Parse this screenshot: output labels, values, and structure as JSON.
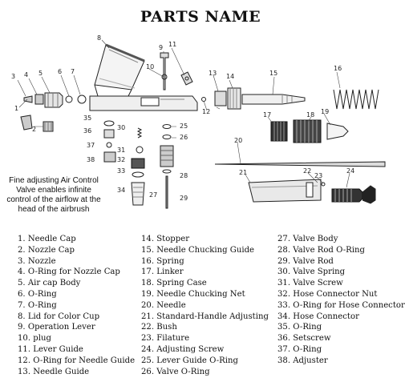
{
  "title": "PARTS NAME",
  "note": "Fine adjusting Air Control Valve enables infinite control of the airflow at the head of the airbrush",
  "callouts": [
    "1",
    "2",
    "3",
    "4",
    "5",
    "6",
    "7",
    "8",
    "9",
    "10",
    "11",
    "12",
    "13",
    "14",
    "15",
    "16",
    "17",
    "18",
    "19",
    "20",
    "21",
    "22",
    "23",
    "24",
    "25",
    "26",
    "27",
    "28",
    "29",
    "30",
    "31",
    "32",
    "33",
    "34",
    "35",
    "36",
    "37",
    "38"
  ],
  "parts": {
    "col1": [
      "1. Needle Cap",
      "2. Nozzle Cap",
      "3. Nozzle",
      "4. O-Ring for Nozzle Cap",
      "5. Air cap Body",
      "6. O-Ring",
      "7. O-Ring",
      "8. Lid for Color Cup",
      "9. Operation Lever",
      "10. plug",
      "11. Lever Guide",
      "12. O-Ring for Needle Guide",
      "13. Needle Guide"
    ],
    "col2": [
      "14. Stopper",
      "15. Needle Chucking Guide",
      "16. Spring",
      "17. Linker",
      "18. Spring Case",
      "19. Needle Chucking Net",
      "20. Needle",
      "21. Standard-Handle Adjusting",
      "22. Bush",
      "23. Filature",
      "24. Adjusting Screw",
      "25. Lever Guide O-Ring",
      "26. Valve O-Ring"
    ],
    "col3": [
      "27. Valve Body",
      "28. Valve Rod O-Ring",
      "29. Valve Rod",
      "30. Valve Spring",
      "31. Valve Screw",
      "32. Hose Connector Nut",
      "33. O-Ring for Hose Connector",
      "34. Hose Connector",
      "35. O-Ring",
      "36. Setscrew",
      "37. O-Ring",
      "38. Adjuster"
    ]
  }
}
